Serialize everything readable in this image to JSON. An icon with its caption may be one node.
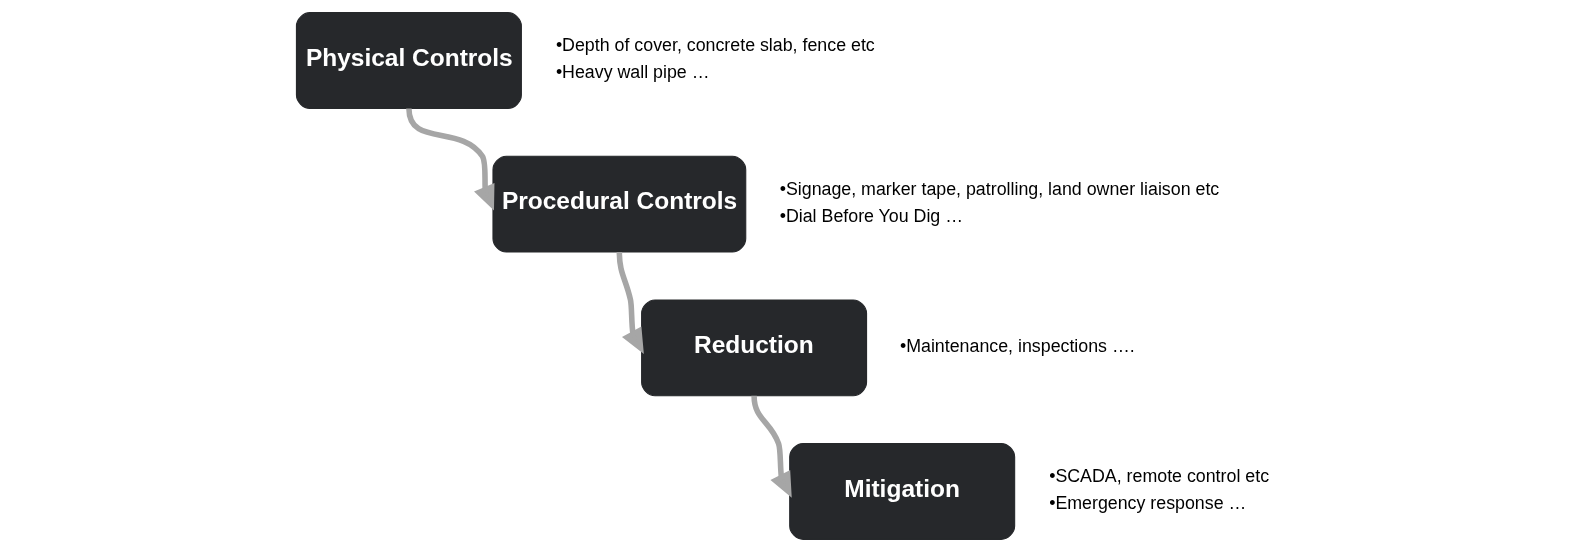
{
  "diagram": {
    "nodes": [
      {
        "text": [
          "Physical Controls"
        ],
        "beside": [
          "•Depth of cover, concrete slab, fence etc",
          "•Heavy wall pipe …"
        ]
      },
      {
        "text": [
          "Procedural Controls"
        ],
        "beside": [
          "•Signage, marker tape, patrolling, land owner liaison etc",
          "•Dial Before You Dig …"
        ]
      },
      {
        "text": [
          "Reduction"
        ],
        "beside": [
          "•Maintenance, inspections …."
        ]
      },
      {
        "text": [
          "Mitigation"
        ],
        "beside": [
          "•SCADA, remote control etc",
          "•Emergency response …"
        ]
      }
    ],
    "edges": [
      {
        "from": 0,
        "to": 1,
        "arrow": "to"
      },
      {
        "from": 1,
        "to": 2,
        "arrow": "to"
      },
      {
        "from": 2,
        "to": 3,
        "arrow": "to"
      }
    ]
  }
}
